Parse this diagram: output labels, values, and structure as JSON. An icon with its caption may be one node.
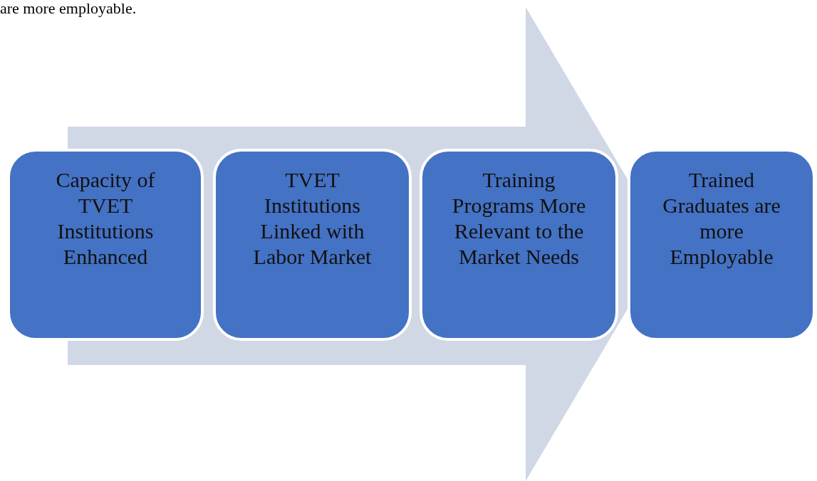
{
  "diagram": {
    "nodes": [
      {
        "text": [
          "Capacity of TVET Institutions Enhanced"
        ]
      },
      {
        "text": [
          "TVET Institutions Linked with Labor Market"
        ]
      },
      {
        "text": [
          "Training Programs More Relevant to the Market Needs"
        ]
      },
      {
        "text": [
          "Trained Graduates are more Employable"
        ]
      }
    ],
    "edges": [
      {
        "from": 0,
        "to": 3,
        "arrow": "to"
      }
    ],
    "labels": [
      "are more employable."
    ]
  }
}
